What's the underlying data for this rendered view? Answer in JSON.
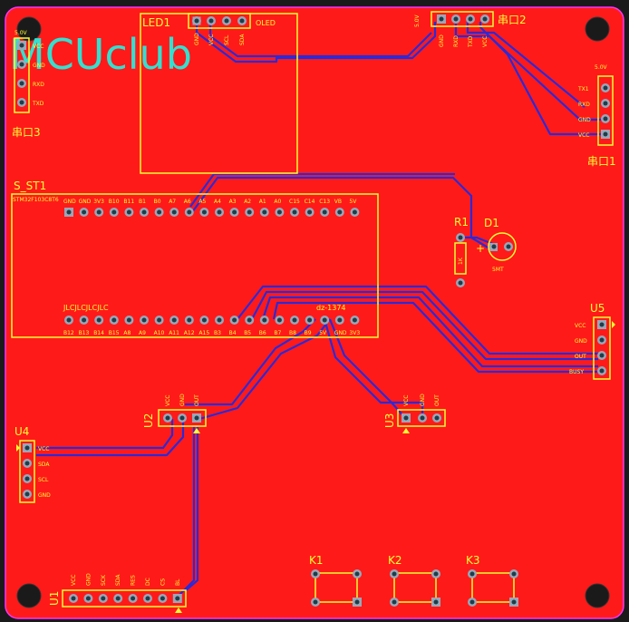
{
  "colors": {
    "board": "#ff1a1a",
    "board_edge": "#ff33ff",
    "outer": "#1a1a1a",
    "silkscreen": "#ffff33",
    "logo": "#33e0d0",
    "trace": "#2a2ad8",
    "pad_ring": "#9aa7b8",
    "pad_hole": "#1f3d4a"
  },
  "logo_text": "MCUclub",
  "components": {
    "led1": {
      "ref": "LED1",
      "value": "OLED",
      "pins": [
        "GND",
        "VCC",
        "SCL",
        "SDA"
      ]
    },
    "serial2": {
      "ref": "串口2",
      "pins": [
        "GND",
        "RXD",
        "TXD",
        "VCC"
      ],
      "tag": "5.0V"
    },
    "serial3": {
      "ref": "串口3",
      "pins": [
        "VCC",
        "GND",
        "RXD",
        "TXD"
      ],
      "tag": "5.0V"
    },
    "serial1": {
      "ref": "串口1",
      "pins": [
        "TX1",
        "RXD",
        "GND",
        "VCC"
      ],
      "tag": "5.0V"
    },
    "s_st1": {
      "ref": "S_ST1",
      "top_note": "STM32F103C8T6",
      "bottom_left": "JLCJLCJLCJLC",
      "bottom_right": "dz-1374",
      "top_pins": [
        "GND",
        "GND",
        "3V3",
        "B10",
        "B11",
        "B1",
        "B0",
        "A7",
        "A6",
        "A5",
        "A4",
        "A3",
        "A2",
        "A1",
        "A0",
        "C15",
        "C14",
        "C13",
        "VB",
        "5V"
      ],
      "bottom_pins": [
        "B12",
        "B13",
        "B14",
        "B15",
        "A8",
        "A9",
        "A10",
        "A11",
        "A12",
        "A15",
        "B3",
        "B4",
        "B5",
        "B6",
        "B7",
        "B8",
        "B9",
        "5V",
        "GND",
        "3V3"
      ]
    },
    "r1": {
      "ref": "R1",
      "value": "1K"
    },
    "d1": {
      "ref": "D1",
      "value": "5MT",
      "polarity": "+"
    },
    "u5": {
      "ref": "U5",
      "pins": [
        "VCC",
        "GND",
        "OUT",
        "BUSY"
      ]
    },
    "u2": {
      "ref": "U2",
      "pins": [
        "VCC",
        "GND",
        "OUT"
      ]
    },
    "u3": {
      "ref": "U3",
      "pins": [
        "VCC",
        "GND",
        "OUT"
      ]
    },
    "u4": {
      "ref": "U4",
      "pins": [
        "VCC",
        "SDA",
        "SCL",
        "GND"
      ]
    },
    "u1": {
      "ref": "U1",
      "pins": [
        "VCC",
        "GND",
        "SCK",
        "SDA",
        "RES",
        "DC",
        "CS",
        "BL"
      ]
    },
    "k1": {
      "ref": "K1"
    },
    "k2": {
      "ref": "K2"
    },
    "k3": {
      "ref": "K3"
    }
  }
}
